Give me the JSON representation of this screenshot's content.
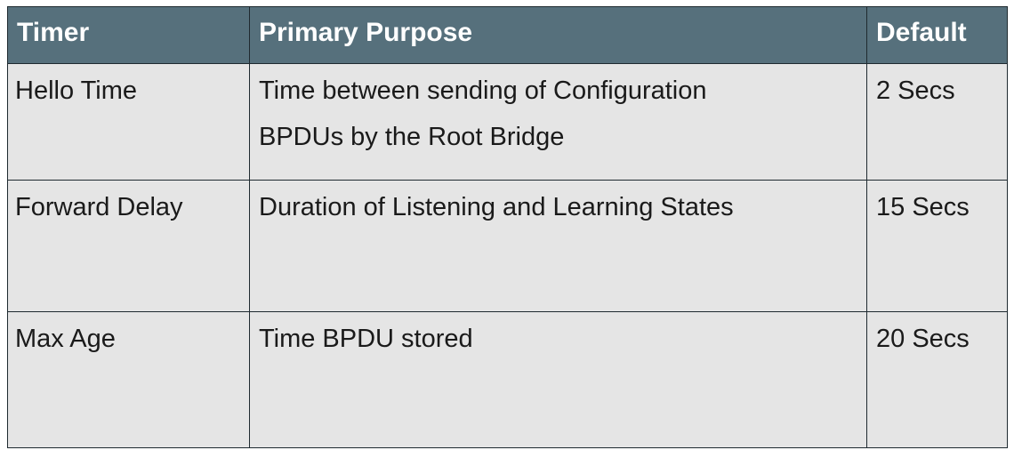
{
  "table": {
    "headers": {
      "timer": "Timer",
      "purpose": "Primary Purpose",
      "default": "Default"
    },
    "rows": [
      {
        "timer": "Hello Time",
        "purpose_line1": "Time between sending of Configuration",
        "purpose_line2": "BPDUs by the Root Bridge",
        "default": "2 Secs"
      },
      {
        "timer": "Forward Delay",
        "purpose_line1": "Duration of Listening and Learning States",
        "purpose_line2": "",
        "default": "15 Secs"
      },
      {
        "timer": "Max Age",
        "purpose_line1": "Time BPDU stored",
        "purpose_line2": "",
        "default": "20 Secs"
      }
    ]
  },
  "colors": {
    "header_bg": "#56707c",
    "header_text": "#ffffff",
    "cell_bg": "#e5e5e5",
    "border": "#1f2a30"
  }
}
